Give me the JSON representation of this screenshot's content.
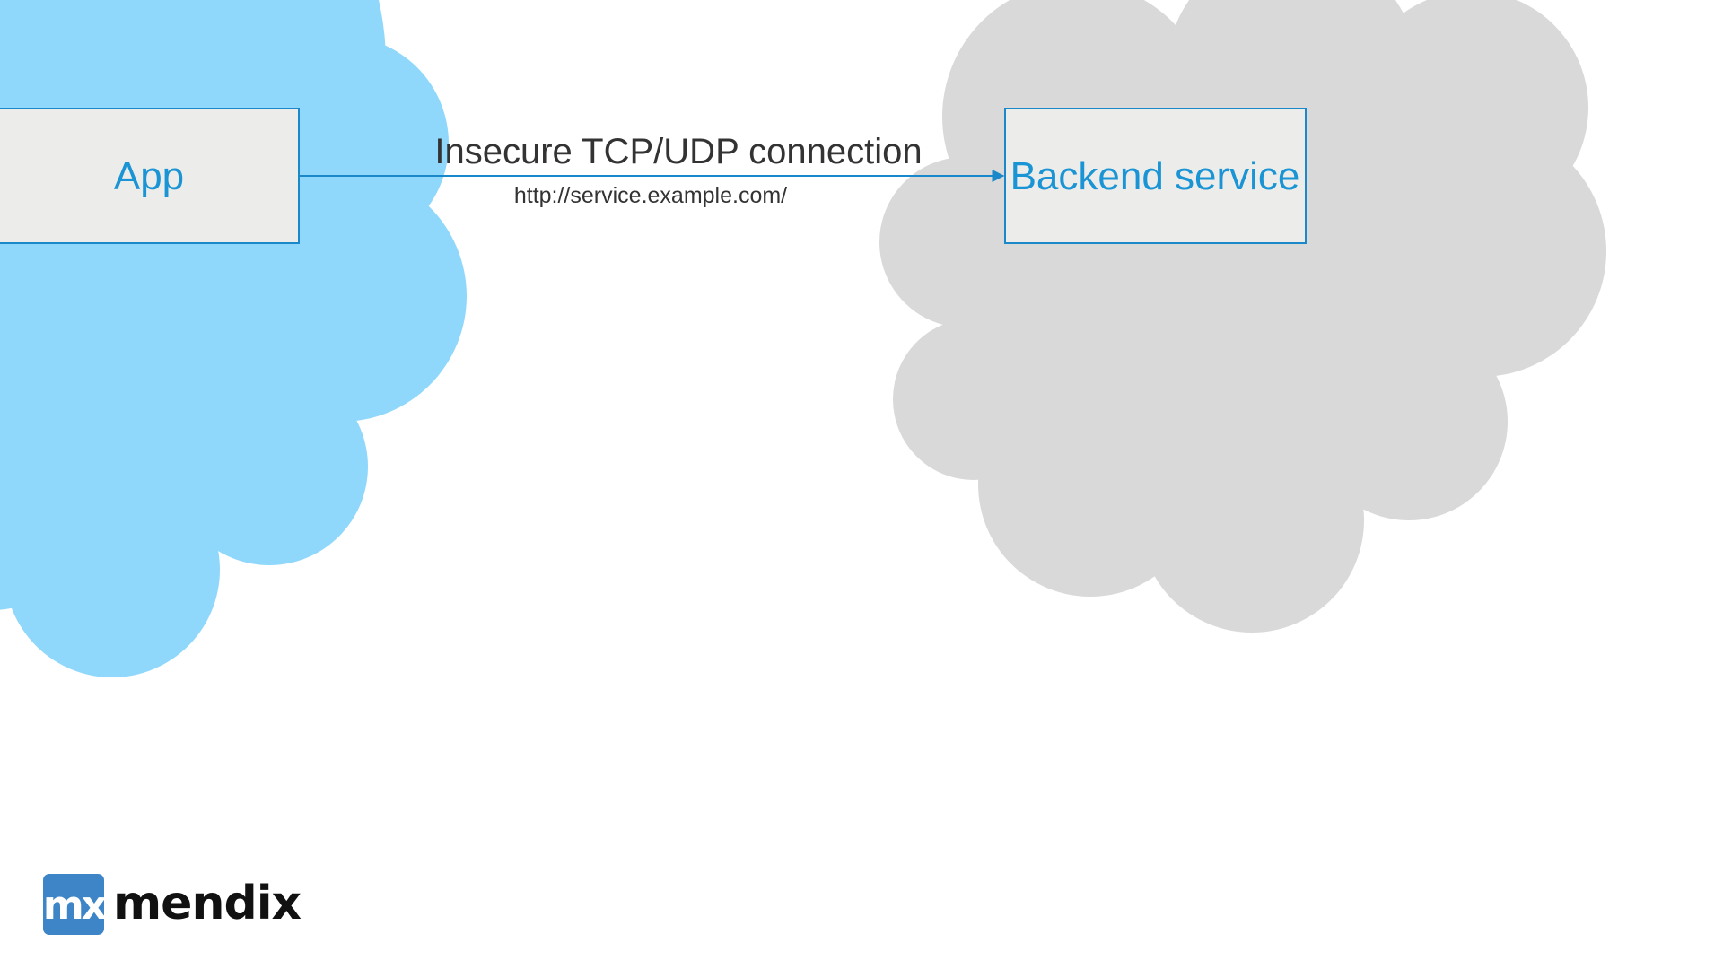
{
  "diagram": {
    "nodes": [
      {
        "id": "app",
        "label": "App"
      },
      {
        "id": "backend",
        "label": "Backend service"
      }
    ],
    "edge": {
      "label": "Insecure TCP/UDP connection",
      "sublabel": "http://service.example.com/"
    },
    "colors": {
      "app_cloud": "#8fd8fb",
      "backend_cloud": "#d9d9d9",
      "box_fill": "#ecedea",
      "box_stroke": "#1a88c9",
      "label": "#1a94d4",
      "arrow": "#1a88c9",
      "text": "#333333"
    }
  },
  "branding": {
    "logo_mark": "mx",
    "logo_word": "mendix",
    "logo_color": "#3d85c6"
  }
}
